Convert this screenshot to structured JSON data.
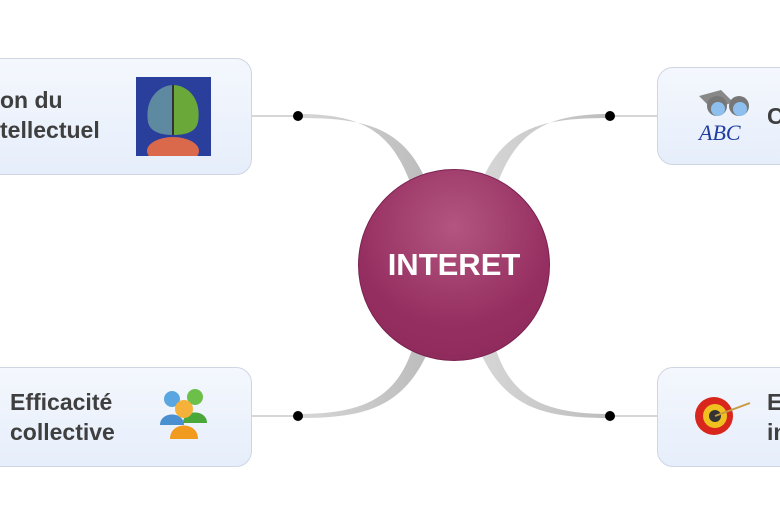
{
  "central_topic": {
    "label": "INTERET",
    "color": "#962f61"
  },
  "topics": [
    {
      "lines": [
        "on du",
        "tellectuel"
      ],
      "icon": "brain-image-icon",
      "position": "top-left"
    },
    {
      "lines": [
        "Efficacité",
        "collective"
      ],
      "icon": "people-group-icon",
      "position": "bottom-left"
    },
    {
      "lines": [
        "C"
      ],
      "icon": "binoculars-abc-icon",
      "position": "top-right"
    },
    {
      "lines": [
        "E",
        "in"
      ],
      "icon": "target-arrow-icon",
      "position": "bottom-right"
    }
  ]
}
